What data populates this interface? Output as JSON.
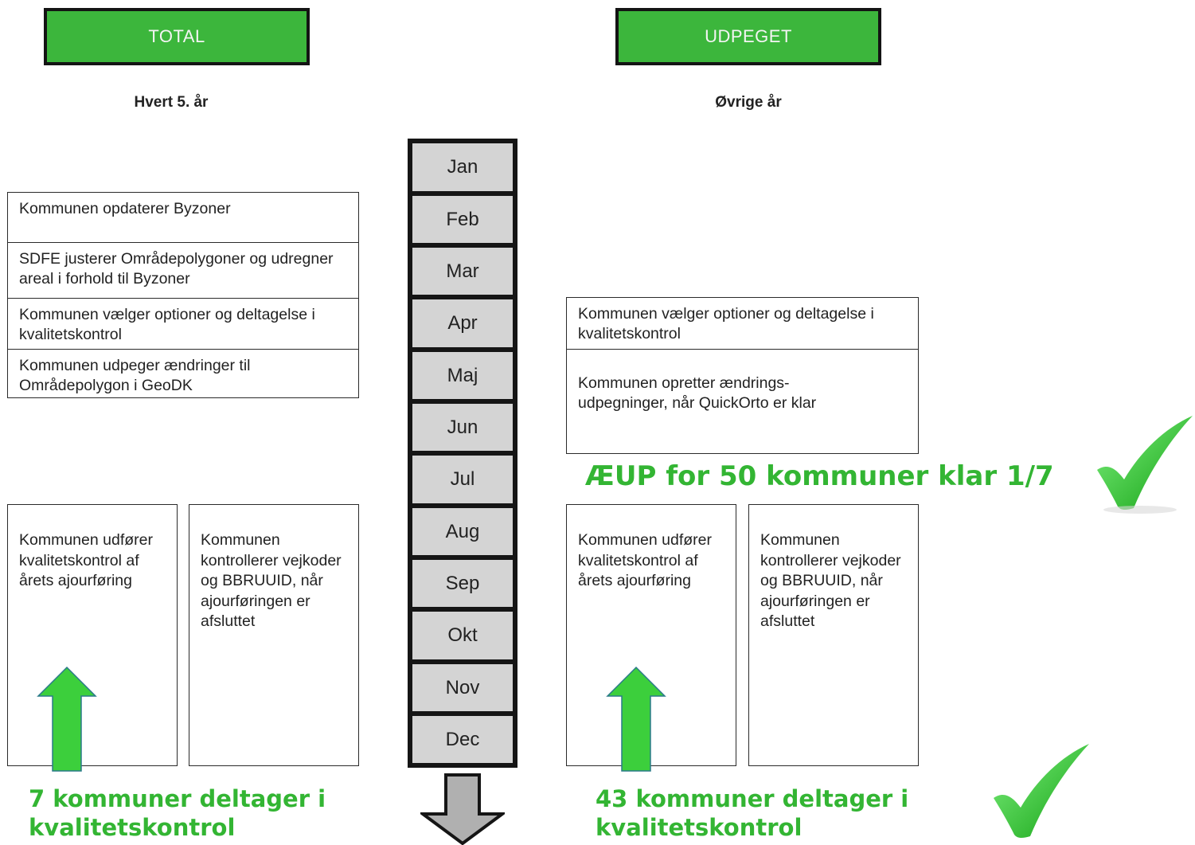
{
  "total": {
    "header": "TOTAL",
    "subtitle": "Hvert 5. år",
    "steps": [
      "Kommunen opdaterer Byzoner",
      "SDFE justerer Områdepolygoner og udregner areal i forhold til Byzoner",
      "Kommunen vælger optioner og deltagelse i kvalitetskontrol",
      "Kommunen udpeger ændringer til Områdepolygon i GeoDK"
    ],
    "qc_box": "Kommunen udfører kvalitetskontrol af årets ajourføring",
    "road_box": "Kommunen kontrollerer vejkoder og BBRUUID, når ajourføringen er afsluttet",
    "note": "7 kommuner deltager i kvalitetskontrol"
  },
  "udpeget": {
    "header": "UDPEGET",
    "subtitle": "Øvrige år",
    "steps": [
      "Kommunen vælger optioner og deltagelse i kvalitetskontrol",
      "Kommunen opretter ændrings-udpegninger, når QuickOrto er klar"
    ],
    "qc_box": "Kommunen udfører kvalitetskontrol af årets ajourføring",
    "road_box": "Kommunen kontrollerer vejkoder og BBRUUID, når ajourføringen er afsluttet",
    "note": "43 kommuner deltager i kvalitetskontrol",
    "headline": "ÆUP for 50 kommuner klar 1/7"
  },
  "months": [
    "Jan",
    "Feb",
    "Mar",
    "Apr",
    "Maj",
    "Jun",
    "Jul",
    "Aug",
    "Sep",
    "Okt",
    "Nov",
    "Dec"
  ],
  "icons": {
    "check": "checkmark-icon",
    "arrow": "arrow-up-icon",
    "down": "arrow-down-icon"
  },
  "colors": {
    "header_green": "#3cb63c",
    "note_green": "#33b533",
    "month_gray": "#d4d4d4",
    "arrow_green": "#3ccf3c"
  }
}
